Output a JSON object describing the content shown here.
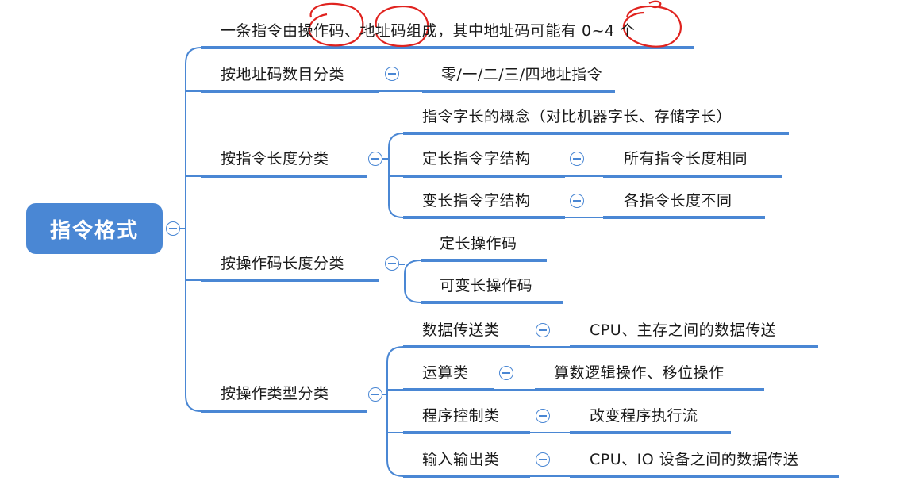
{
  "root": {
    "label": "指令格式"
  },
  "accent_color": "#4a87d4",
  "annotation_color": "#e0231f",
  "branches": {
    "intro": {
      "label": "一条指令由操作码、地址码组成，其中地址码可能有 0~4 个"
    },
    "addr_count": {
      "label": "按地址码数目分类",
      "children": {
        "c1": "零/一/二/三/四地址指令"
      }
    },
    "instr_len": {
      "label": "按指令长度分类",
      "children": {
        "concept": "指令字长的概念（对比机器字长、存储字长）",
        "fixed": "定长指令字结构",
        "fixed_desc": "所有指令长度相同",
        "variable": "变长指令字结构",
        "variable_desc": "各指令长度不同"
      }
    },
    "opcode_len": {
      "label": "按操作码长度分类",
      "children": {
        "fixed": "定长操作码",
        "variable": "可变长操作码"
      }
    },
    "op_type": {
      "label": "按操作类型分类",
      "children": {
        "transfer": "数据传送类",
        "transfer_desc": "CPU、主存之间的数据传送",
        "arith": "运算类",
        "arith_desc": "算数逻辑操作、移位操作",
        "control": "程序控制类",
        "control_desc": "改变程序执行流",
        "io": "输入输出类",
        "io_desc": "CPU、IO 设备之间的数据传送"
      }
    }
  }
}
